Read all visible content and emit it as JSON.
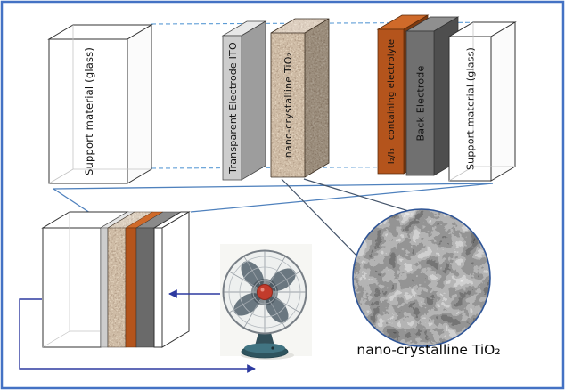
{
  "frame": {
    "border_color": "#4472c4",
    "background": "#ffffff"
  },
  "exploded_view": {
    "layers": [
      {
        "id": "support-left",
        "label": "Support material (glass)",
        "color": "#ffffff"
      },
      {
        "id": "ito",
        "label": "Transparent Electrode ITO",
        "color": "#cdcdcd"
      },
      {
        "id": "tio2",
        "label": "nano-crystalline TiO₂",
        "color": "#a98b70"
      },
      {
        "id": "electrolyte",
        "label": "I₂/I₃⁻ containing electrolyte",
        "color": "#b4541c"
      },
      {
        "id": "back-electrode",
        "label": "Back Electrode",
        "color": "#707070"
      },
      {
        "id": "support-right",
        "label": "Support material (glass)",
        "color": "#ffffff"
      }
    ]
  },
  "sem": {
    "caption": "nano-crystalline TiO₂"
  },
  "icons": {
    "fan": "desk-fan",
    "sem_circle": "sem-micrograph-circle"
  },
  "colors": {
    "guide_dashed_blue": "#5b9bd5",
    "connector_blue": "#4f81bd",
    "wire_blue": "#2d3aa0",
    "magnifier_line": "#44546a",
    "fan_hub_red": "#c23b2c",
    "electrolyte_orange": "#b4541c",
    "back_electrode_gray": "#707070"
  }
}
